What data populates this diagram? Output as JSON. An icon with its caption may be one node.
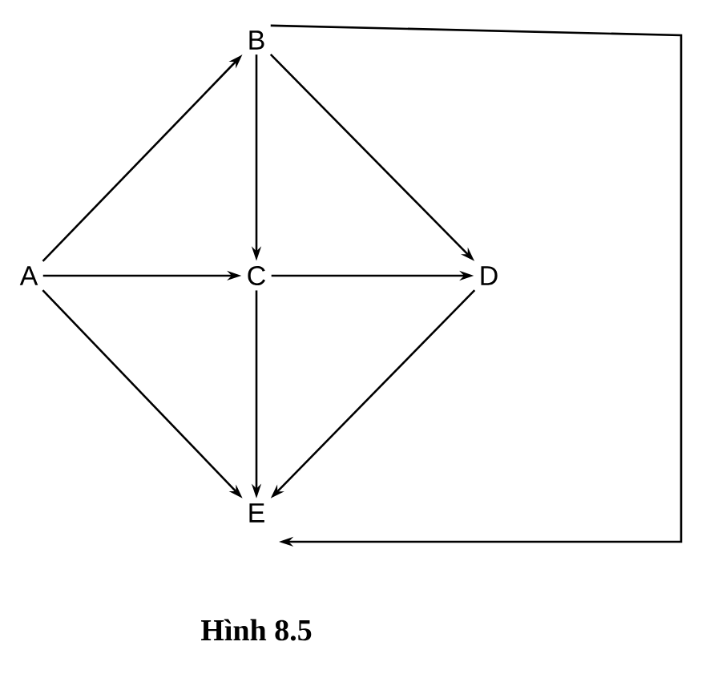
{
  "diagram": {
    "caption": "Hình 8.5",
    "nodes": [
      {
        "text": [
          "A"
        ]
      },
      {
        "text": [
          "B"
        ]
      },
      {
        "text": [
          "C"
        ]
      },
      {
        "text": [
          "D"
        ]
      },
      {
        "text": [
          "E"
        ]
      }
    ],
    "edges": [
      {
        "from": 0,
        "to": 1,
        "arrow": "to"
      },
      {
        "from": 0,
        "to": 2,
        "arrow": "to"
      },
      {
        "from": 0,
        "to": 4,
        "arrow": "to"
      },
      {
        "from": 1,
        "to": 2,
        "arrow": "to"
      },
      {
        "from": 1,
        "to": 3,
        "arrow": "to"
      },
      {
        "from": 1,
        "to": 4,
        "arrow": "to"
      },
      {
        "from": 2,
        "to": 3,
        "arrow": "to"
      },
      {
        "from": 2,
        "to": 4,
        "arrow": "to"
      },
      {
        "from": 3,
        "to": 4,
        "arrow": "to"
      }
    ]
  }
}
